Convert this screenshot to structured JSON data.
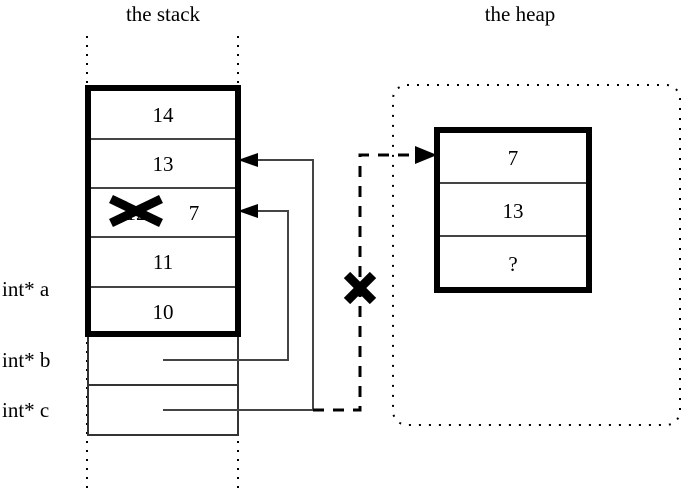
{
  "diagram": {
    "type": "memory-diagram",
    "stack": {
      "title": "the stack",
      "allocated_cells": [
        {
          "value": "14",
          "struck": false
        },
        {
          "value": "13",
          "struck": false
        },
        {
          "value": "12",
          "struck": true,
          "replacement": "7"
        },
        {
          "value": "11",
          "struck": false
        },
        {
          "value": "10",
          "struck": false
        }
      ],
      "pointer_cells": [
        {
          "label": "int* b",
          "points_to": "stack-cell-3"
        },
        {
          "label": "int* c",
          "points_to": "heap-block"
        }
      ],
      "labels": [
        {
          "name": "int* a"
        },
        {
          "name": "int* b"
        },
        {
          "name": "int* c"
        }
      ]
    },
    "heap": {
      "title": "the heap",
      "cells": [
        {
          "value": "7"
        },
        {
          "value": "13"
        },
        {
          "value": "?"
        }
      ]
    },
    "annotations": {
      "struck_value_mark": "x-cross-mark",
      "invalid_pointer_mark": "x-cross-mark",
      "replacement_value": "7"
    },
    "colors": {
      "stroke": "#000000",
      "background": "#ffffff",
      "thin_stroke": "#444444"
    }
  }
}
